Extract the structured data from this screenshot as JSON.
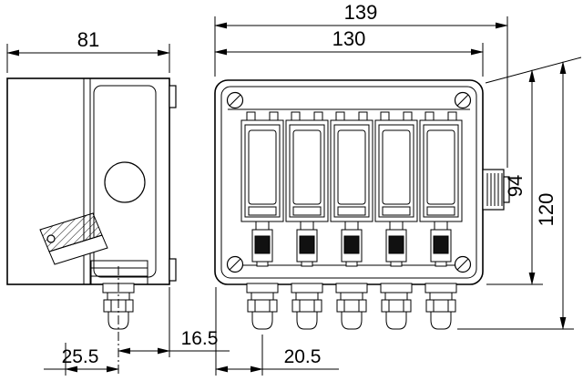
{
  "colors": {
    "line": "#000000",
    "background": "#ffffff",
    "lever_fill": "#111111"
  },
  "front_view": {
    "module_count": 5
  },
  "dimensions": {
    "top_outer": "139",
    "top_inner": "130",
    "side_width": "81",
    "right_inner": "94",
    "right_outer": "120",
    "bottom_side_right": "16.5",
    "bottom_side_left": "25.5",
    "bottom_front": "20.5"
  }
}
